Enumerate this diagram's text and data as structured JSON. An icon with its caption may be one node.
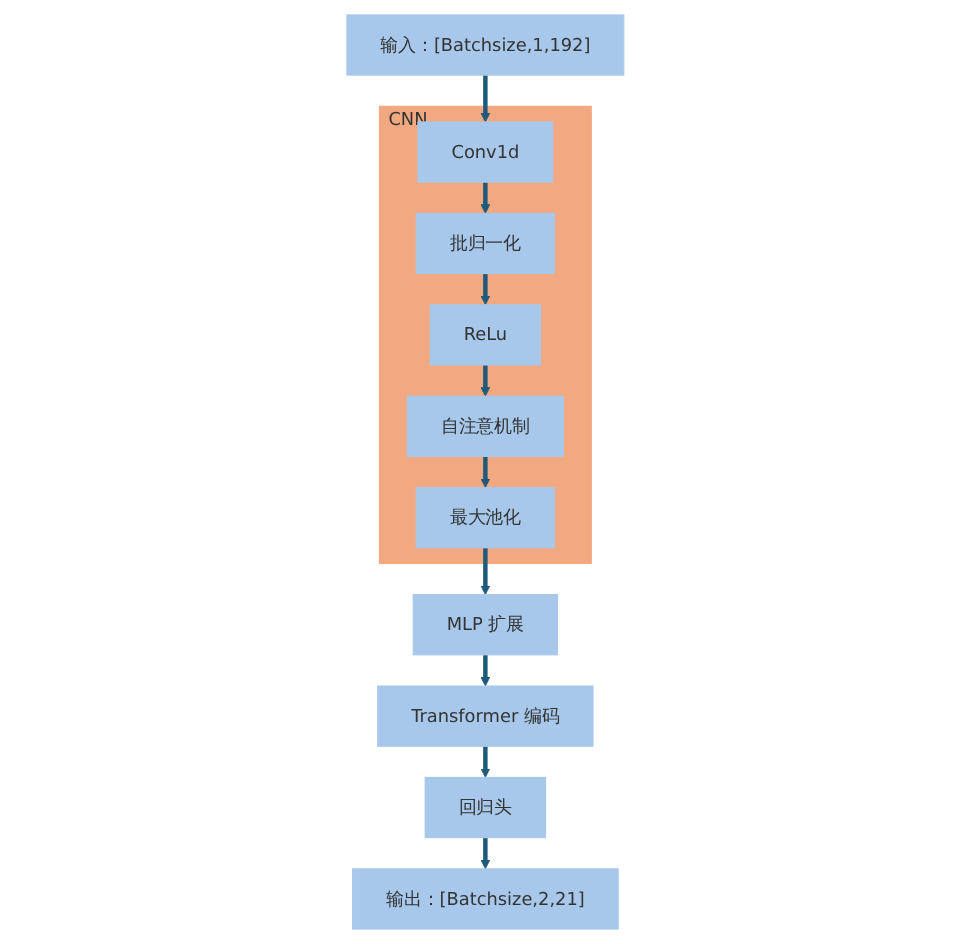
{
  "diagram": {
    "nodes": [
      {
        "text": [
          "输入：[Batchsize,1,192]"
        ]
      },
      {
        "text": [
          "CNN"
        ]
      },
      {
        "text": [
          "Conv1d"
        ],
        "in": 1
      },
      {
        "text": [
          "批归一化"
        ],
        "in": 1
      },
      {
        "text": [
          "ReLu"
        ],
        "in": 1
      },
      {
        "text": [
          "自注意机制"
        ],
        "in": 1
      },
      {
        "text": [
          "最大池化"
        ],
        "in": 1
      },
      {
        "text": [
          "MLP 扩展"
        ]
      },
      {
        "text": [
          "Transformer 编码"
        ]
      },
      {
        "text": [
          "回归头"
        ]
      },
      {
        "text": [
          "输出：[Batchsize,2,21]"
        ]
      }
    ],
    "edges": [
      {
        "from": 0,
        "to": 2,
        "arrow": "to"
      },
      {
        "from": 2,
        "to": 3,
        "arrow": "to"
      },
      {
        "from": 3,
        "to": 4,
        "arrow": "to"
      },
      {
        "from": 4,
        "to": 5,
        "arrow": "to"
      },
      {
        "from": 5,
        "to": 6,
        "arrow": "to"
      },
      {
        "from": 6,
        "to": 7,
        "arrow": "to"
      },
      {
        "from": 7,
        "to": 8,
        "arrow": "to"
      },
      {
        "from": 8,
        "to": 9,
        "arrow": "to"
      },
      {
        "from": 9,
        "to": 10,
        "arrow": "to"
      }
    ]
  }
}
